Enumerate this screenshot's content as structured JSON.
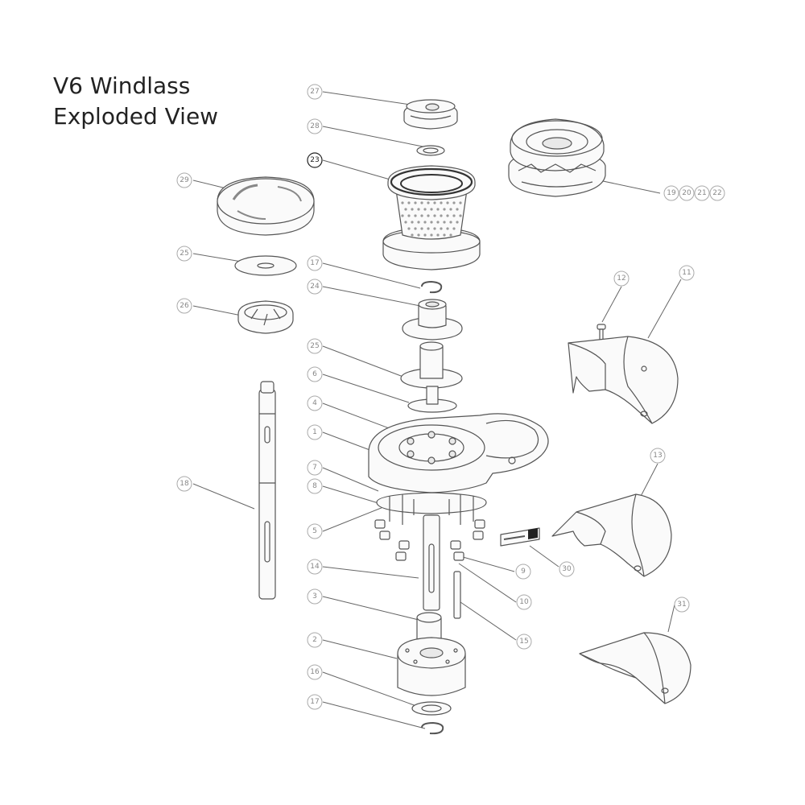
{
  "title": {
    "line1": "V6 Windlass",
    "line2": "Exploded View"
  },
  "callouts": [
    {
      "id": "c27",
      "label": "27"
    },
    {
      "id": "c28",
      "label": "28"
    },
    {
      "id": "c23",
      "label": "23",
      "emphasis": true
    },
    {
      "id": "c29",
      "label": "29"
    },
    {
      "id": "c19",
      "label": "19"
    },
    {
      "id": "c20",
      "label": "20"
    },
    {
      "id": "c21",
      "label": "21"
    },
    {
      "id": "c22",
      "label": "22"
    },
    {
      "id": "c25a",
      "label": "25"
    },
    {
      "id": "c17a",
      "label": "17"
    },
    {
      "id": "c24",
      "label": "24"
    },
    {
      "id": "c26",
      "label": "26"
    },
    {
      "id": "c12",
      "label": "12"
    },
    {
      "id": "c11",
      "label": "11"
    },
    {
      "id": "c25b",
      "label": "25"
    },
    {
      "id": "c6",
      "label": "6"
    },
    {
      "id": "c4",
      "label": "4"
    },
    {
      "id": "c1",
      "label": "1"
    },
    {
      "id": "c18",
      "label": "18"
    },
    {
      "id": "c7",
      "label": "7"
    },
    {
      "id": "c8",
      "label": "8"
    },
    {
      "id": "c5",
      "label": "5"
    },
    {
      "id": "c13",
      "label": "13"
    },
    {
      "id": "c9",
      "label": "9"
    },
    {
      "id": "c30",
      "label": "30"
    },
    {
      "id": "c14",
      "label": "14"
    },
    {
      "id": "c10",
      "label": "10"
    },
    {
      "id": "c3",
      "label": "3"
    },
    {
      "id": "c15",
      "label": "15"
    },
    {
      "id": "c31",
      "label": "31"
    },
    {
      "id": "c2",
      "label": "2"
    },
    {
      "id": "c16",
      "label": "16"
    },
    {
      "id": "c17b",
      "label": "17"
    }
  ]
}
